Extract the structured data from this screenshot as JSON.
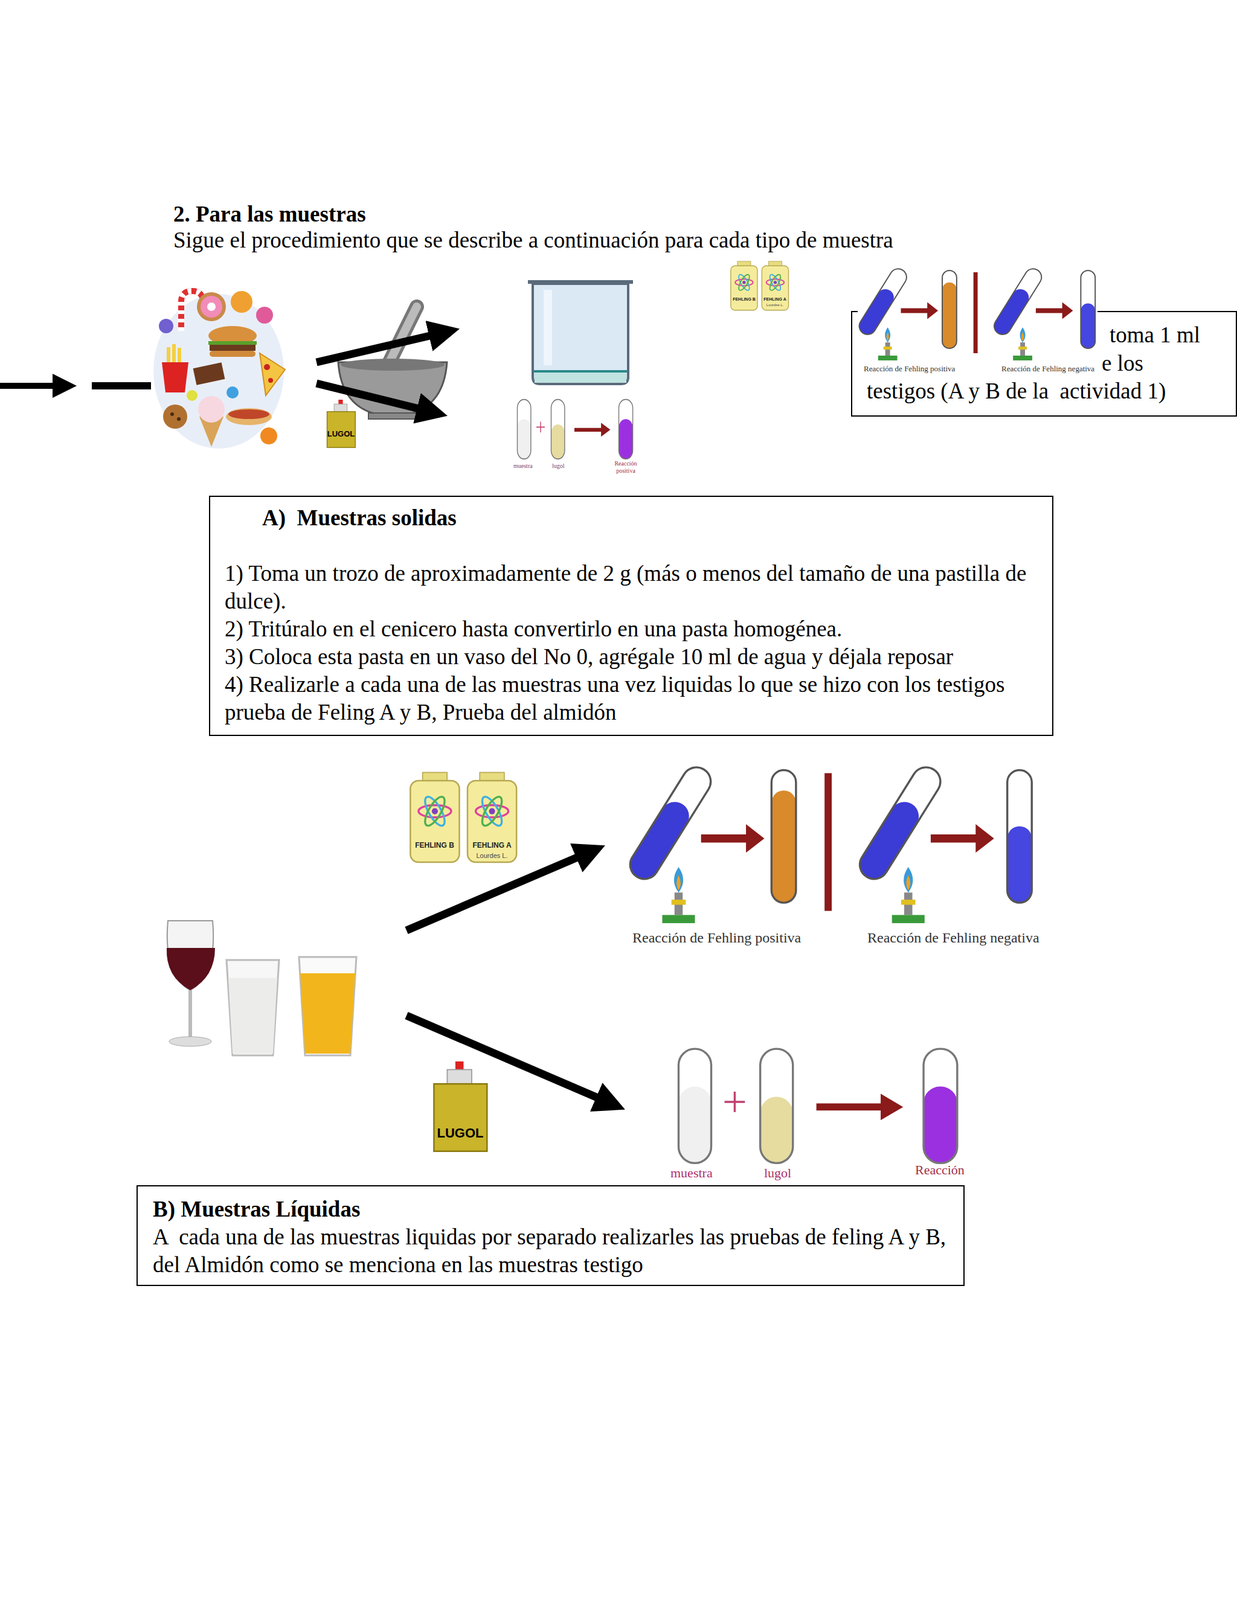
{
  "diagram": {
    "title": "2. Para las muestras",
    "nodes": [
      {
        "text": [
          "toma 1 ml",
          "e los",
          "testigos (A y B de la  actividad 1)"
        ]
      },
      {
        "text": [
          "A)  Muestras solidas",
          "1) Toma un trozo de aproximadamente de 2 g (más o menos del tamaño de una pastilla de dulce).",
          "2) Tritúralo en el cenicero hasta convertirlo en una pasta homogénea.",
          "3) Coloca esta pasta en un vaso del No 0, agrégale 10 ml de agua y déjala reposar",
          "4) Realizarle a cada una de las muestras una vez liquidas lo que se hizo con los testigos prueba de Feling A y B, Prueba del almidón"
        ]
      },
      {
        "text": [
          "B) Muestras Líquidas",
          "A  cada una de las muestras liquidas por separado realizarles las pruebas de feling A y B, del Almidón como se menciona en las muestras testigo"
        ]
      }
    ],
    "labels": [
      "Sigue el procedimiento que se describe a continuación para cada tipo de muestra",
      "Reacción de Fehling positiva",
      "Reacción de Fehling negativa",
      "FEHLING B",
      "FEHLING A",
      "Lourdes L.",
      "LUGOL",
      "muestra",
      "lugol",
      "Reacción positiva",
      "FEHLING B",
      "FEHLING A",
      "Lourdes L.",
      "Reacción de Fehling positiva",
      "Reacción de Fehling negativa",
      "LUGOL",
      "muestra",
      "lugol",
      "Reacción"
    ]
  }
}
